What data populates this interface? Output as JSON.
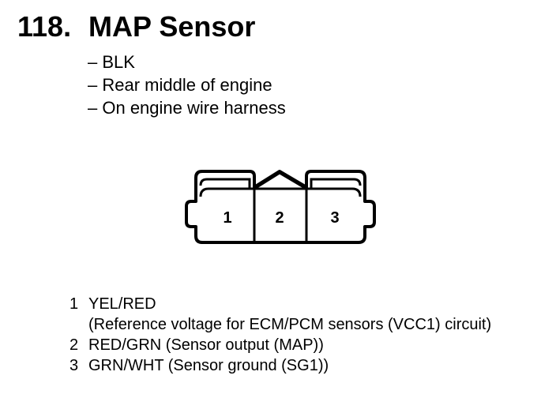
{
  "header": {
    "number": "118.",
    "title": "MAP Sensor"
  },
  "details": [
    "BLK",
    "Rear middle of engine",
    "On engine wire harness"
  ],
  "connector": {
    "terminals": [
      "1",
      "2",
      "3"
    ]
  },
  "pins": [
    {
      "number": "1",
      "wire": "YEL/RED",
      "description": "(Reference voltage for ECM/PCM sensors (VCC1) circuit)"
    },
    {
      "number": "2",
      "wire": "RED/GRN (Sensor output (MAP))",
      "description": ""
    },
    {
      "number": "3",
      "wire": "GRN/WHT (Sensor ground (SG1))",
      "description": ""
    }
  ]
}
